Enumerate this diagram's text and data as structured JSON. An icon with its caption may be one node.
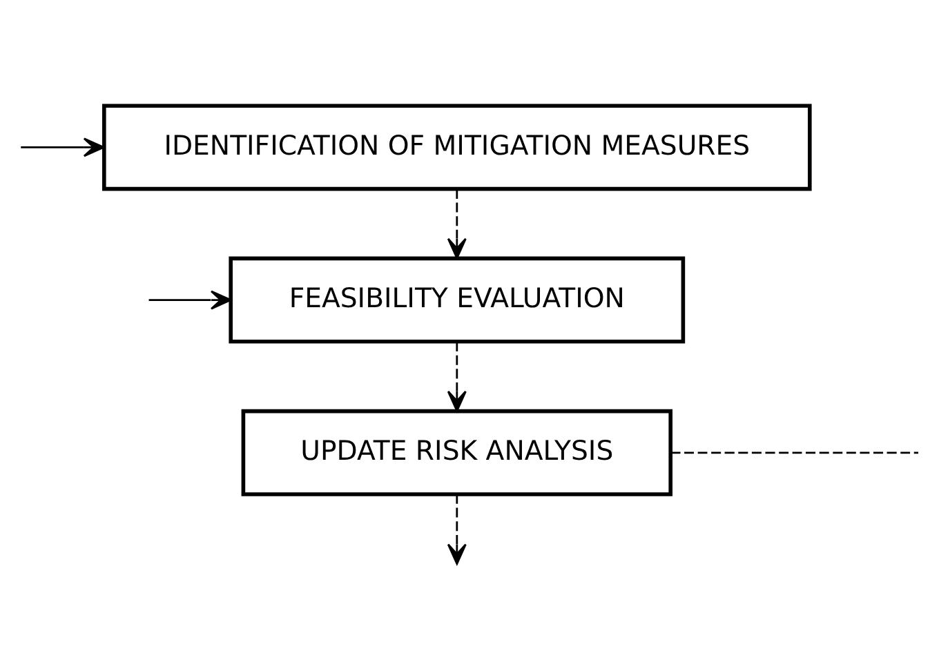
{
  "diagram": {
    "nodes": [
      {
        "text": [
          "IDENTIFICATION OF MITIGATION MEASURES"
        ]
      },
      {
        "text": [
          "FEASIBILITY EVALUATION"
        ]
      },
      {
        "text": [
          "UPDATE RISK ANALYSIS"
        ]
      }
    ],
    "edges": [
      {
        "from": null,
        "to": 0,
        "arrow": "to"
      },
      {
        "from": null,
        "to": 1,
        "arrow": "to"
      },
      {
        "from": 0,
        "to": 1,
        "arrow": "to",
        "style": "dashed"
      },
      {
        "from": 1,
        "to": 2,
        "arrow": "to",
        "style": "dashed"
      },
      {
        "from": 2,
        "to": null,
        "arrow": "none",
        "style": "dashed"
      },
      {
        "from": 2,
        "to": null,
        "arrow": "to",
        "style": "dashed"
      }
    ]
  }
}
